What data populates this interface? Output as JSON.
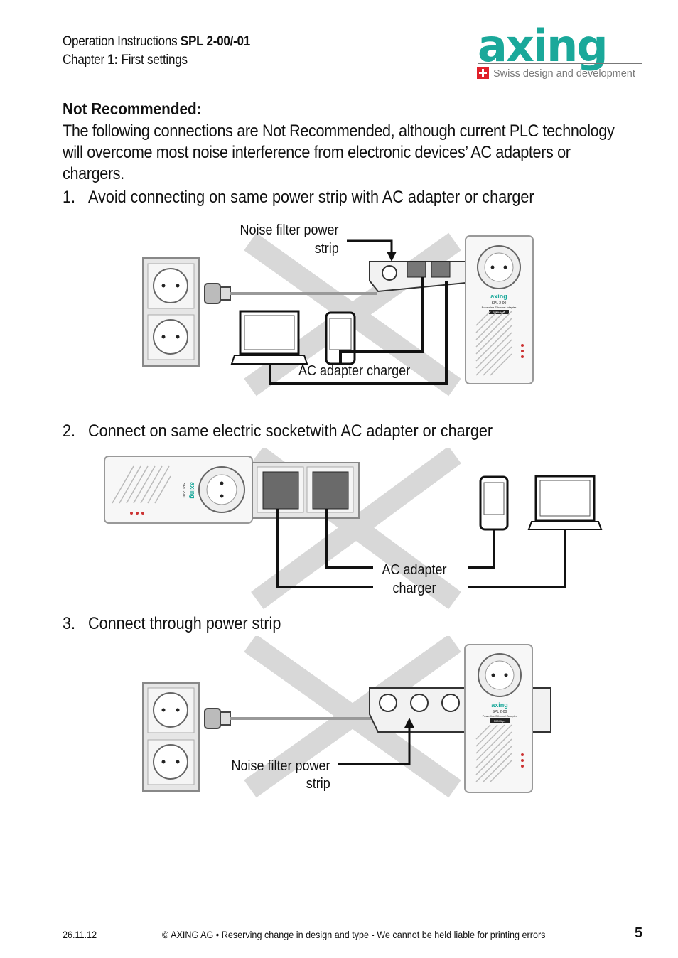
{
  "header": {
    "line1_prefix": "Operation Instructions ",
    "line1_model": "SPL 2-00/-01",
    "line2_prefix": "Chapter ",
    "line2_num": "1:",
    "line2_suffix": " First settings"
  },
  "logo": {
    "brand": "axing",
    "tagline": "Swiss design and development",
    "brand_color": "#1aa89a"
  },
  "section": {
    "heading": "Not Recommended:",
    "paragraph": "The following connections are Not Recommended, although current PLC technology will overcome most noise interference from electronic devices’ AC adapters or chargers."
  },
  "items": [
    {
      "num": "1.",
      "text": "Avoid connecting on same power strip with AC adapter or charger"
    },
    {
      "num": "2.",
      "text": "Connect on same electric socketwith AC adapter or charger"
    },
    {
      "num": "3.",
      "text": "Connect through power strip"
    }
  ],
  "figure1": {
    "label_strip_line1": "Noise filter power",
    "label_strip_line2": "strip",
    "label_adapter": "AC adapter charger",
    "device_brand": "axing",
    "device_model": "SPL 2-00",
    "device_desc": "Powerline Ethernet Adapter",
    "device_speed": "500Mbps"
  },
  "figure2": {
    "label_line1": "AC adapter",
    "label_line2": "charger",
    "device_brand": "axing",
    "device_model": "SPL 2-00"
  },
  "figure3": {
    "label_strip_line1": "Noise filter power",
    "label_strip_line2": "strip",
    "device_brand": "axing",
    "device_model": "SPL 2-00",
    "device_desc": "Powerline Ethernet Adapter",
    "device_speed": "500Mbps"
  },
  "footer": {
    "date": "26.11.12",
    "copyright": "© AXING AG •  Reserving change in design and type - We cannot be held liable for printing errors",
    "page": "5"
  },
  "colors": {
    "cross": "#d8d8d8",
    "cable": "#111111"
  }
}
